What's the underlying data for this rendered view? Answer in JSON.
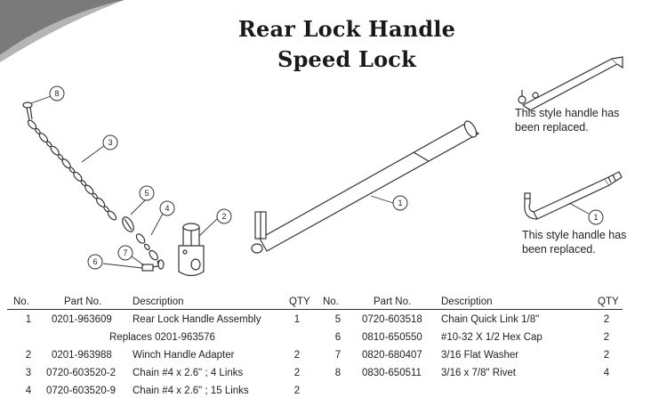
{
  "title": {
    "line1": "Rear Lock Handle",
    "line2": "Speed Lock"
  },
  "notes": [
    "This style handle has been replaced.",
    "This style handle has been replaced."
  ],
  "callouts": [
    "8",
    "3",
    "5",
    "4",
    "2",
    "1",
    "7",
    "6",
    "1"
  ],
  "columns": {
    "no": "No.",
    "part": "Part No.",
    "desc": "Description",
    "qty": "QTY"
  },
  "left_rows": [
    {
      "no": "1",
      "part": "0201-963609",
      "desc": "Rear Lock Handle Assembly",
      "qty": "1"
    },
    {
      "no": "2",
      "part": "0201-963988",
      "desc": "Winch Handle Adapter",
      "qty": "2"
    },
    {
      "no": "3",
      "part": "0720-603520-2",
      "desc": "Chain #4 x 2.6\" ; 4 Links",
      "qty": "2"
    },
    {
      "no": "4",
      "part": "0720-603520-9",
      "desc": "Chain #4 x 2.6\" ; 15 Links",
      "qty": "2"
    }
  ],
  "replaces_text": "Replaces 0201-963576",
  "right_rows": [
    {
      "no": "5",
      "part": "0720-603518",
      "desc": "Chain Quick Link 1/8\"",
      "qty": "2"
    },
    {
      "no": "6",
      "part": "0810-650550",
      "desc": "#10-32 X 1/2 Hex Cap",
      "qty": "2"
    },
    {
      "no": "7",
      "part": "0820-680407",
      "desc": "3/16 Flat Washer",
      "qty": "2"
    },
    {
      "no": "8",
      "part": "0830-650511",
      "desc": "3/16 x 7/8\" Rivet",
      "qty": "4"
    }
  ],
  "colors": {
    "accent_gray": "#7a7a7a",
    "line": "#333333"
  }
}
